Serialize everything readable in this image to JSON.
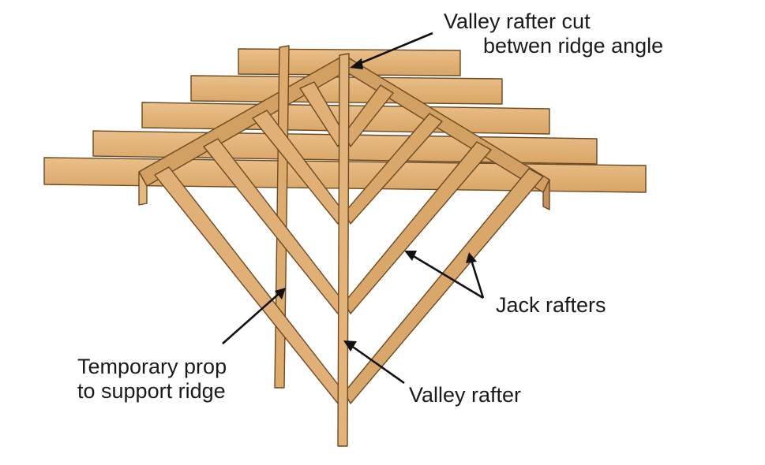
{
  "labels": {
    "valley_cut_line1": "Valley rafter cut",
    "valley_cut_line2": "betwen ridge angle",
    "jack_rafters": "Jack rafters",
    "temporary_prop_line1": "Temporary prop",
    "temporary_prop_line2": "to support ridge",
    "valley_rafter": "Valley rafter"
  },
  "colors": {
    "timber_face": "#e3b47a",
    "timber_side": "#c99a5e",
    "timber_edge": "#6b4a24",
    "text": "#1a1a1a",
    "background": "#ffffff"
  }
}
